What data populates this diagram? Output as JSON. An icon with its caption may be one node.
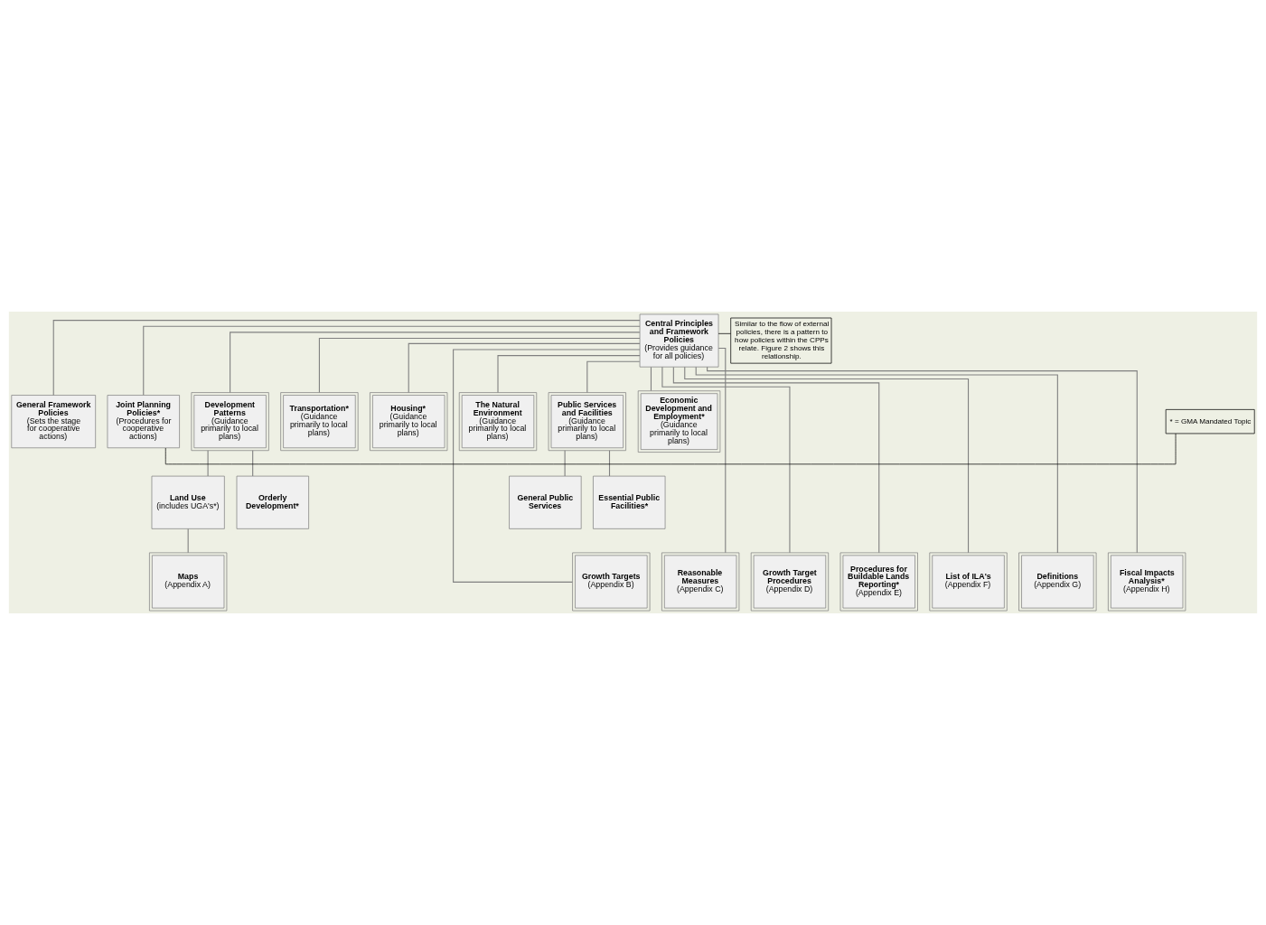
{
  "diagram": {
    "nodes": [
      {
        "text": [
          "Central Principles and Framework Policies",
          "(Provides guidance for all policies)"
        ]
      },
      {
        "text": [
          "General Framework Policies",
          "(Sets the stage for cooperative actions)"
        ]
      },
      {
        "text": [
          "Joint Planning Policies*",
          "(Procedures for cooperative actions)"
        ]
      },
      {
        "text": [
          "Development Patterns",
          "(Guidance primarily to local plans)"
        ]
      },
      {
        "text": [
          "Transportation*",
          "(Guidance primarily to local plans)"
        ]
      },
      {
        "text": [
          "Housing*",
          "(Guidance primarily to local plans)"
        ]
      },
      {
        "text": [
          "The Natural Environment",
          "(Guidance primarily to local plans)"
        ]
      },
      {
        "text": [
          "Public Services and Facilities",
          "(Guidance primarily to local plans)"
        ]
      },
      {
        "text": [
          "Economic Development and Employment*",
          "(Guidance primarily to local plans)"
        ]
      },
      {
        "text": [
          "Land Use",
          "(includes UGA's*)"
        ]
      },
      {
        "text": [
          "Orderly Development*"
        ]
      },
      {
        "text": [
          "General Public Services"
        ]
      },
      {
        "text": [
          "Essential Public Facilities*"
        ]
      },
      {
        "text": [
          "Maps",
          "(Appendix A)"
        ]
      },
      {
        "text": [
          "Growth Targets",
          "(Appendix B)"
        ]
      },
      {
        "text": [
          "Reasonable Measures",
          "(Appendix C)"
        ]
      },
      {
        "text": [
          "Growth Target Procedures",
          "(Appendix D)"
        ]
      },
      {
        "text": [
          "Procedures for Buildable Lands Reporting*",
          "(Appendix E)"
        ]
      },
      {
        "text": [
          "List of ILA's",
          "(Appendix F)"
        ]
      },
      {
        "text": [
          "Definitions",
          "(Appendix G)"
        ]
      },
      {
        "text": [
          "Fiscal Impacts Analysis*",
          "(Appendix H)"
        ]
      },
      {
        "text": [
          "Similar to the flow of external policies, there is a pattern to how policies within the CPPs relate. Figure 2 shows this relationship."
        ]
      },
      {
        "text": [
          "* = GMA Mandated Topic"
        ]
      }
    ],
    "edges": [
      {
        "from": 0,
        "to": 1,
        "arrow": "none"
      },
      {
        "from": 0,
        "to": 2,
        "arrow": "none"
      },
      {
        "from": 0,
        "to": 3,
        "arrow": "none"
      },
      {
        "from": 0,
        "to": 4,
        "arrow": "none"
      },
      {
        "from": 0,
        "to": 5,
        "arrow": "none"
      },
      {
        "from": 0,
        "to": 6,
        "arrow": "none"
      },
      {
        "from": 0,
        "to": 7,
        "arrow": "none"
      },
      {
        "from": 0,
        "to": 8,
        "arrow": "none"
      },
      {
        "from": 3,
        "to": 9,
        "arrow": "none"
      },
      {
        "from": 3,
        "to": 10,
        "arrow": "none"
      },
      {
        "from": 7,
        "to": 11,
        "arrow": "none"
      },
      {
        "from": 7,
        "to": 12,
        "arrow": "none"
      },
      {
        "from": 9,
        "to": 13,
        "arrow": "none"
      },
      {
        "from": 0,
        "to": 14,
        "arrow": "none"
      },
      {
        "from": 0,
        "to": 15,
        "arrow": "none"
      },
      {
        "from": 0,
        "to": 16,
        "arrow": "none"
      },
      {
        "from": 0,
        "to": 17,
        "arrow": "none"
      },
      {
        "from": 0,
        "to": 18,
        "arrow": "none"
      },
      {
        "from": 0,
        "to": 19,
        "arrow": "none"
      },
      {
        "from": 0,
        "to": 20,
        "arrow": "none"
      },
      {
        "from": 21,
        "to": 0,
        "arrow": "none",
        "color": "#000000"
      },
      {
        "from": 22,
        "to": 2,
        "arrow": "none",
        "color": "#000000"
      }
    ]
  }
}
